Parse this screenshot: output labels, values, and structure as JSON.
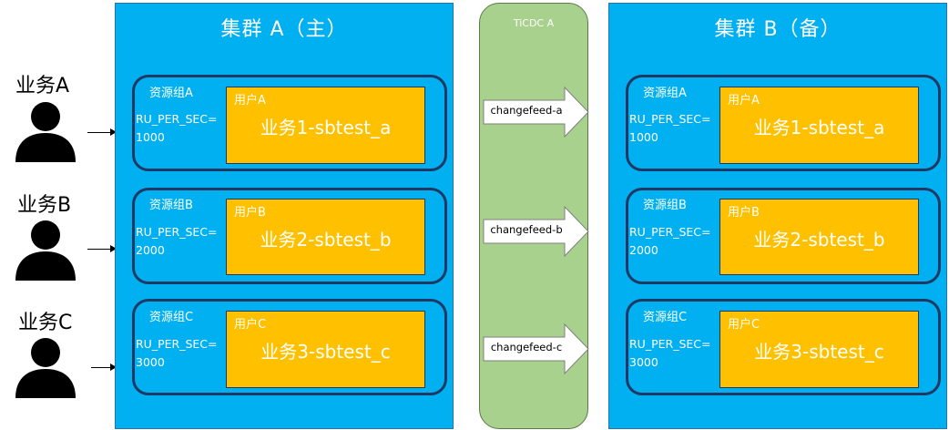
{
  "businesses": [
    {
      "label": "业务A"
    },
    {
      "label": "业务B"
    },
    {
      "label": "业务C"
    }
  ],
  "cluster_a": {
    "title": "集群 A（主）",
    "groups": [
      {
        "name": "资源组A",
        "ru_label": "RU_PER_SEC=",
        "ru_value": "1000",
        "user": "用户A",
        "business": "业务1-sbtest_a"
      },
      {
        "name": "资源组B",
        "ru_label": "RU_PER_SEC=",
        "ru_value": "2000",
        "user": "用户B",
        "business": "业务2-sbtest_b"
      },
      {
        "name": "资源组C",
        "ru_label": "RU_PER_SEC=",
        "ru_value": "3000",
        "user": "用户C",
        "business": "业务3-sbtest_c"
      }
    ]
  },
  "ticdc": {
    "title": "TiCDC A",
    "changefeeds": [
      "changefeed-a",
      "changefeed-b",
      "changefeed-c"
    ]
  },
  "cluster_b": {
    "title": "集群 B（备）",
    "groups": [
      {
        "name": "资源组A",
        "ru_label": "RU_PER_SEC=",
        "ru_value": "1000",
        "user": "用户A",
        "business": "业务1-sbtest_a"
      },
      {
        "name": "资源组B",
        "ru_label": "RU_PER_SEC=",
        "ru_value": "2000",
        "user": "用户B",
        "business": "业务2-sbtest_b"
      },
      {
        "name": "资源组C",
        "ru_label": "RU_PER_SEC=",
        "ru_value": "3000",
        "user": "用户C",
        "business": "业务3-sbtest_c"
      }
    ]
  },
  "colors": {
    "cluster": "#00b0f0",
    "user_box": "#ffc000",
    "group_border": "#1f3864",
    "ticdc": "#a9d18e"
  }
}
